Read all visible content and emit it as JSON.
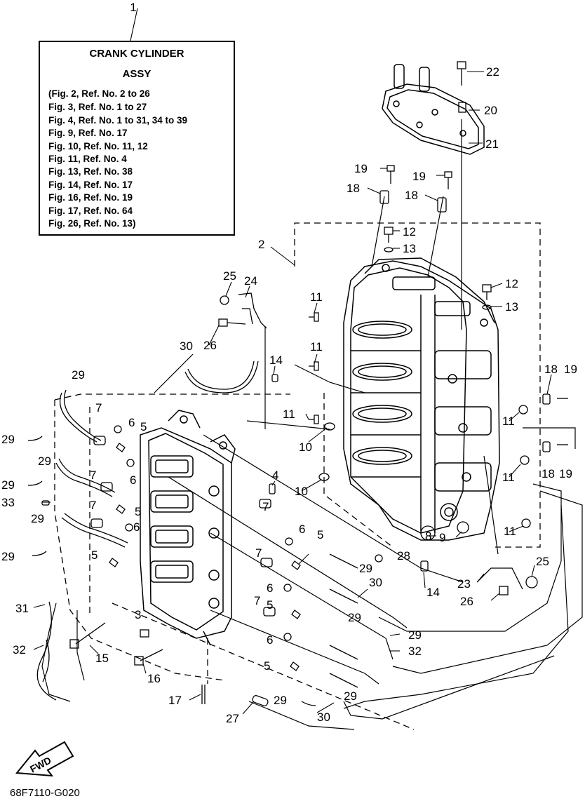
{
  "assembly": {
    "ref": "1",
    "title_line1": "CRANK CYLINDER",
    "title_line2": "ASSY",
    "includes": [
      "(Fig. 2, Ref. No. 2 to 26",
      " Fig. 3, Ref. No. 1 to 27",
      " Fig. 4, Ref. No. 1 to 31, 34 to 39",
      " Fig. 9, Ref. No. 17",
      " Fig. 10, Ref. No. 11, 12",
      " Fig. 11, Ref. No. 4",
      " Fig. 13, Ref. No. 38",
      " Fig. 14, Ref. No. 17",
      " Fig. 16, Ref. No. 19",
      " Fig. 17, Ref. No. 64",
      " Fig. 26, Ref. No. 13)"
    ]
  },
  "callouts": [
    {
      "id": "c22",
      "label": "22"
    },
    {
      "id": "c20",
      "label": "20"
    },
    {
      "id": "c21",
      "label": "21"
    },
    {
      "id": "c19a",
      "label": "19"
    },
    {
      "id": "c19b",
      "label": "19"
    },
    {
      "id": "c18a",
      "label": "18"
    },
    {
      "id": "c18b",
      "label": "18"
    },
    {
      "id": "c12a",
      "label": "12"
    },
    {
      "id": "c13a",
      "label": "13"
    },
    {
      "id": "c2",
      "label": "2"
    },
    {
      "id": "c12b",
      "label": "12"
    },
    {
      "id": "c13b",
      "label": "13"
    },
    {
      "id": "c25a",
      "label": "25"
    },
    {
      "id": "c24",
      "label": "24"
    },
    {
      "id": "c11a",
      "label": "11"
    },
    {
      "id": "c26a",
      "label": "26"
    },
    {
      "id": "c30a",
      "label": "30"
    },
    {
      "id": "c11b",
      "label": "11"
    },
    {
      "id": "c14a",
      "label": "14"
    },
    {
      "id": "c29a",
      "label": "29"
    },
    {
      "id": "c18c",
      "label": "18"
    },
    {
      "id": "c19c",
      "label": "19"
    },
    {
      "id": "c11c",
      "label": "11"
    },
    {
      "id": "c11d",
      "label": "11"
    },
    {
      "id": "c7a",
      "label": "7"
    },
    {
      "id": "c6a",
      "label": "6"
    },
    {
      "id": "c5a",
      "label": "5"
    },
    {
      "id": "c10a",
      "label": "10"
    },
    {
      "id": "c29b",
      "label": "29"
    },
    {
      "id": "c6b",
      "label": "6"
    },
    {
      "id": "c29c",
      "label": "29"
    },
    {
      "id": "c18d",
      "label": "18"
    },
    {
      "id": "c19d",
      "label": "19"
    },
    {
      "id": "c11e",
      "label": "11"
    },
    {
      "id": "c29d",
      "label": "29"
    },
    {
      "id": "c7b",
      "label": "7"
    },
    {
      "id": "c4",
      "label": "4"
    },
    {
      "id": "c10b",
      "label": "10"
    },
    {
      "id": "c33",
      "label": "33"
    },
    {
      "id": "c5b",
      "label": "5"
    },
    {
      "id": "c7c",
      "label": "7"
    },
    {
      "id": "c29e",
      "label": "29"
    },
    {
      "id": "c6c",
      "label": "6"
    },
    {
      "id": "c7d",
      "label": "7"
    },
    {
      "id": "c6d",
      "label": "6"
    },
    {
      "id": "c11f",
      "label": "11"
    },
    {
      "id": "c5c",
      "label": "5"
    },
    {
      "id": "c8",
      "label": "8"
    },
    {
      "id": "c9",
      "label": "9"
    },
    {
      "id": "c29f",
      "label": "29"
    },
    {
      "id": "c5d",
      "label": "5"
    },
    {
      "id": "c7e",
      "label": "7"
    },
    {
      "id": "c28",
      "label": "28"
    },
    {
      "id": "c25b",
      "label": "25"
    },
    {
      "id": "c29g",
      "label": "29"
    },
    {
      "id": "c14b",
      "label": "14"
    },
    {
      "id": "c23",
      "label": "23"
    },
    {
      "id": "c6e",
      "label": "6"
    },
    {
      "id": "c30b",
      "label": "30"
    },
    {
      "id": "c26b",
      "label": "26"
    },
    {
      "id": "c31",
      "label": "31"
    },
    {
      "id": "c7f",
      "label": "7"
    },
    {
      "id": "c5e",
      "label": "5"
    },
    {
      "id": "c29h",
      "label": "29"
    },
    {
      "id": "c3",
      "label": "3"
    },
    {
      "id": "c29i",
      "label": "29"
    },
    {
      "id": "c32a",
      "label": "32"
    },
    {
      "id": "c15",
      "label": "15"
    },
    {
      "id": "c6f",
      "label": "6"
    },
    {
      "id": "c32b",
      "label": "32"
    },
    {
      "id": "c16",
      "label": "16"
    },
    {
      "id": "c5f",
      "label": "5"
    },
    {
      "id": "c29j",
      "label": "29"
    },
    {
      "id": "c17",
      "label": "17"
    },
    {
      "id": "c29k",
      "label": "29"
    },
    {
      "id": "c27",
      "label": "27"
    },
    {
      "id": "c30c",
      "label": "30"
    }
  ],
  "direction_label": "FWD",
  "diagram_code": "68F7110-G020"
}
